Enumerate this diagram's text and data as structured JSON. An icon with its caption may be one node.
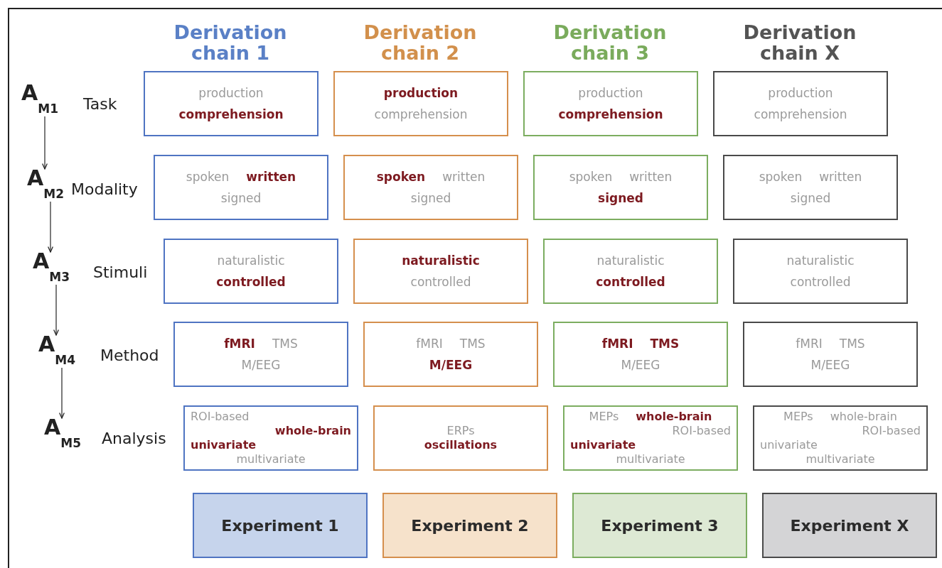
{
  "diagram": {
    "nodes": [
      {
        "text": [
          "A$_{M1}$"
        ]
      },
      {
        "text": [
          "production",
          "**comprehension**"
        ]
      },
      {
        "text": [
          "**production**",
          "comprehension"
        ]
      },
      {
        "text": [
          "production",
          "**comprehension**"
        ]
      },
      {
        "text": [
          "production",
          "comprehension"
        ]
      },
      {
        "text": [
          "A$_{M2}$"
        ]
      },
      {
        "text": [
          "spoken",
          "**written**",
          "signed"
        ]
      },
      {
        "text": [
          "**spoken**",
          "written",
          "signed"
        ]
      },
      {
        "text": [
          "spoken",
          "written",
          "**signed**"
        ]
      },
      {
        "text": [
          "spoken",
          "written",
          "signed"
        ]
      },
      {
        "text": [
          "A$_{M3}$"
        ]
      },
      {
        "text": [
          "naturalistic",
          "**controlled**"
        ]
      },
      {
        "text": [
          "**naturalistic**",
          "controlled"
        ]
      },
      {
        "text": [
          "naturalistic",
          "**controlled**"
        ]
      },
      {
        "text": [
          "naturalistic",
          "controlled"
        ]
      },
      {
        "text": [
          "A$_{M4}$"
        ]
      },
      {
        "text": [
          "**fMRI**",
          "TMS",
          "M/EEG"
        ]
      },
      {
        "text": [
          "fMRI",
          "TMS",
          "**M/EEG**"
        ]
      },
      {
        "text": [
          "**fMRI**",
          "**TMS**",
          "M/EEG"
        ]
      },
      {
        "text": [
          "fMRI",
          "TMS",
          "M/EEG"
        ]
      },
      {
        "text": [
          "A$_{M5}$"
        ]
      },
      {
        "text": [
          "ROI-based",
          "**whole-brain**",
          "**univariate**",
          "multivariate"
        ]
      },
      {
        "text": [
          "ERPs",
          "**oscillations**"
        ]
      },
      {
        "text": [
          "MEPs",
          "**whole-brain**",
          "ROI-based",
          "**univariate**",
          "multivariate"
        ]
      },
      {
        "text": [
          "MEPs",
          "whole-brain",
          "ROI-based",
          "univariate",
          "multivariate"
        ]
      },
      {
        "text": [
          "Experiment 1"
        ]
      },
      {
        "text": [
          "Experiment 2"
        ]
      },
      {
        "text": [
          "Experiment 3"
        ]
      },
      {
        "text": [
          "Experiment X"
        ]
      }
    ],
    "edges": [
      {
        "from": 0,
        "to": 5,
        "arrow": "to"
      },
      {
        "from": 5,
        "to": 10,
        "arrow": "to"
      },
      {
        "from": 10,
        "to": 15,
        "arrow": "to"
      },
      {
        "from": 15,
        "to": 20,
        "arrow": "to"
      }
    ],
    "labels": [
      "Derivation chain 1",
      "Derivation chain 2",
      "Derivation chain 3",
      "Derivation chain X",
      "Task",
      "Modality",
      "Stimuli",
      "Method",
      "Analysis"
    ]
  }
}
